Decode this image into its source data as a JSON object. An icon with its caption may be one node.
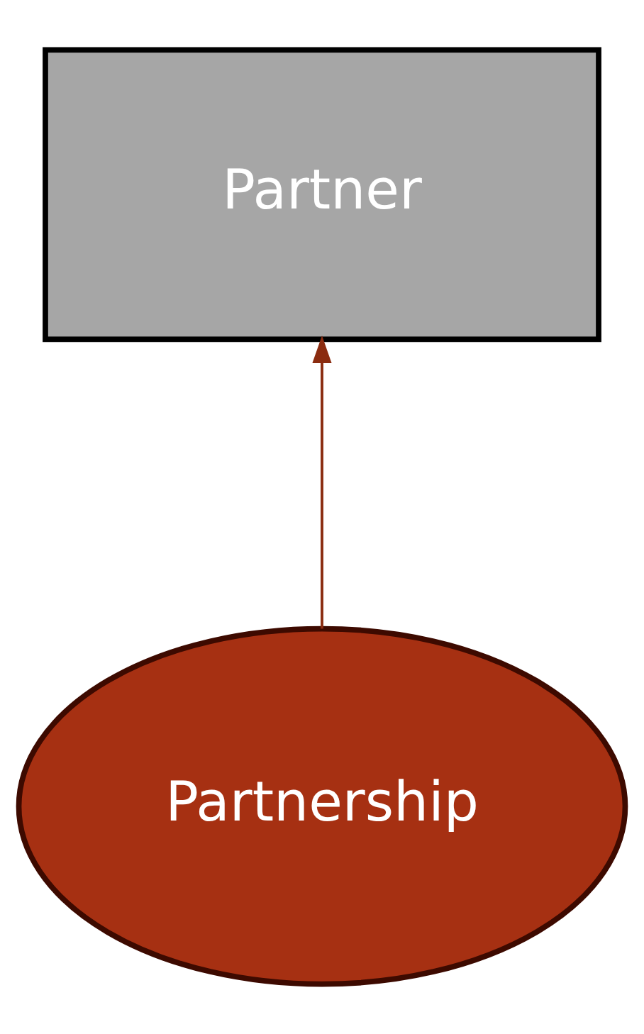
{
  "diagram": {
    "nodes": [
      {
        "text": [
          "Partner"
        ]
      },
      {
        "text": [
          "Partnership"
        ]
      }
    ],
    "edges": [
      {
        "from": 1,
        "to": 0,
        "arrow": "to"
      }
    ]
  }
}
